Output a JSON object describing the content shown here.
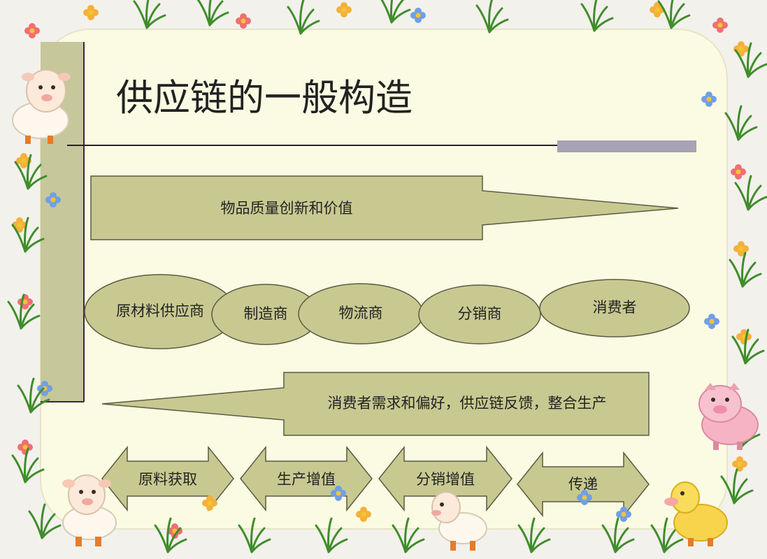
{
  "slide": {
    "title": "供应链的一般构造",
    "top_arrow_label": "物品质量创新和价值",
    "bottom_arrow_label": "消费者需求和偏好，供应链反馈，整合生产",
    "entities": [
      "原材料供应商",
      "制造商",
      "物流商",
      "分销商",
      "消费者"
    ],
    "stages": [
      "原料获取",
      "生产增值",
      "分销增值",
      "传递"
    ]
  },
  "colors": {
    "slide_bg": "#fbfbe3",
    "shape_fill": "#c8c991",
    "shape_stroke": "#5b5b44",
    "side_bar": "#c6c79a",
    "title_text": "#2b1f2b"
  },
  "decorations": {
    "animals": [
      "sheep",
      "pig",
      "duck"
    ],
    "border": "flowers-and-grass"
  }
}
